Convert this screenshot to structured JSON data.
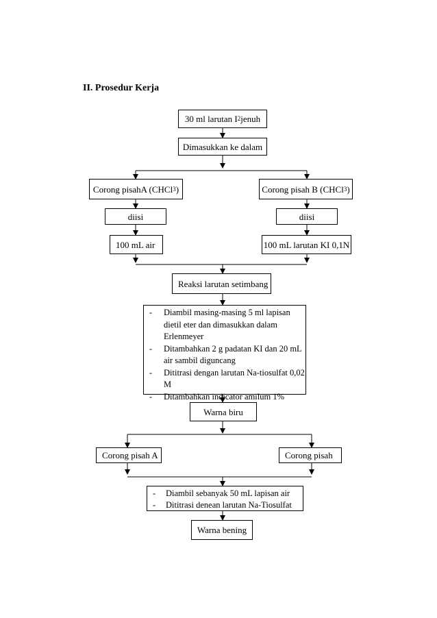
{
  "heading": "II.  Prosedur Kerja",
  "flow": {
    "start_main": "30 ml larutan I",
    "start_sub": "2",
    "start_tail": " jenuh",
    "step_insert": "Dimasukkan ke dalam",
    "funnel_a_main": "Corong pisahA (CHCl",
    "funnel_a_sub": "3",
    "funnel_a_tail": ")",
    "funnel_b_main": "Corong pisah B (CHCl",
    "funnel_b_sub": "3",
    "funnel_b_tail": ")",
    "fill_a": "diisi",
    "fill_b": "diisi",
    "content_a": "100  mL air",
    "content_b": "100 mL larutan KI 0,1N",
    "equilibrium": "Reaksi larutan setimbang",
    "procedure_1": [
      "Diambil masing-masing 5 ml lapisan dietil eter dan dimasukkan dalam Erlenmeyer",
      "Ditambahkan 2 g padatan KI dan 20 mL air sambil diguncang",
      "Dititrasi dengan larutan Na-tiosulfat 0,02 M",
      "Ditambahkan indicator amilum 1%"
    ],
    "color_blue": "Warna biru",
    "funnel_a2": "Corong pisah A",
    "funnel_b2": "Corong pisah",
    "procedure_2": [
      "Diambil sebanyak 50 mL lapisan air",
      "Dititrasi denean larutan Na-Tiosulfat"
    ],
    "color_clear": "Warna bening"
  }
}
